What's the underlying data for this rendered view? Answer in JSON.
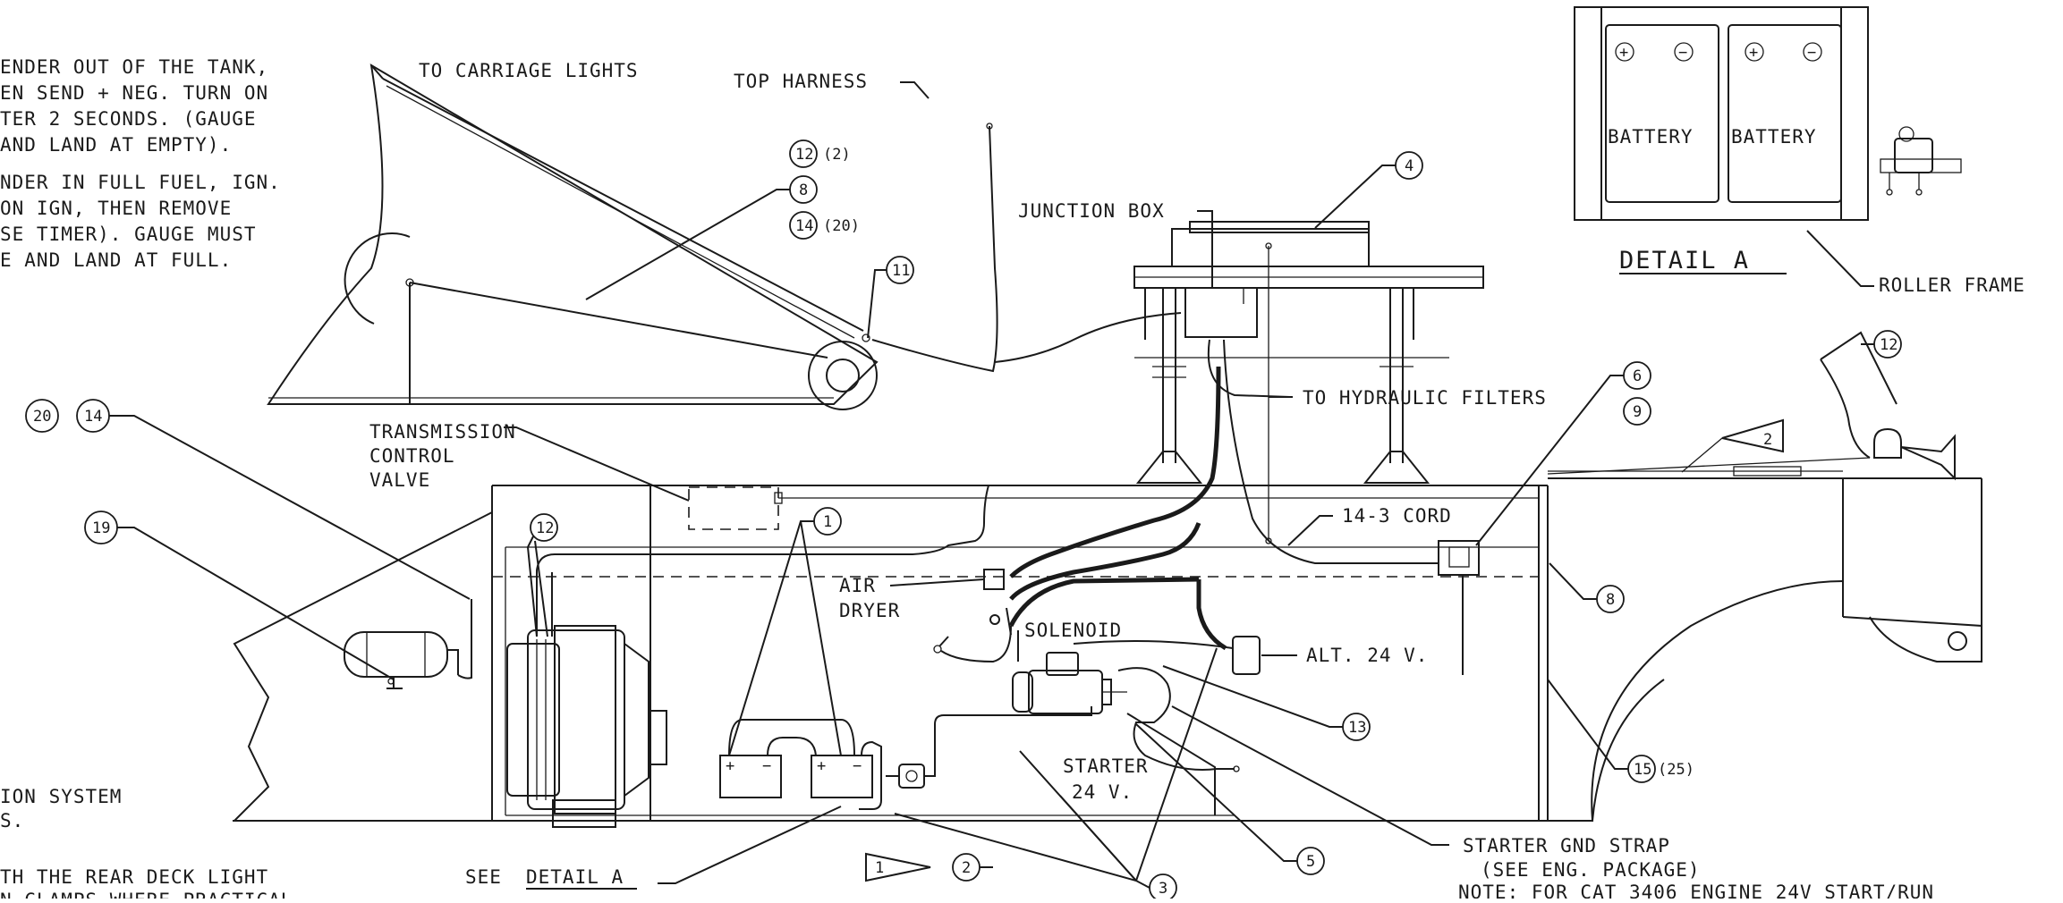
{
  "notes": {
    "top_left": [
      "ENDER OUT OF THE TANK,",
      "EN SEND + NEG.  TURN ON",
      "TER 2 SECONDS.  (GAUGE",
      " AND LAND AT EMPTY).",
      "NDER IN FULL FUEL, IGN.",
      "ON IGN, THEN REMOVE",
      "SE TIMER).  GAUGE MUST",
      "E AND LAND AT FULL."
    ],
    "bottom_left": [
      "ION SYSTEM",
      "S.",
      "TH THE REAR DECK LIGHT",
      "N CLAMPS WHERE PRACTICAL"
    ],
    "bottom_right": "NOTE:  FOR CAT 3406 ENGINE 24V START/RUN"
  },
  "labels": {
    "to_carriage_lights": "TO CARRIAGE LIGHTS",
    "top_harness": "TOP HARNESS",
    "junction_box": "JUNCTION BOX",
    "to_hydraulic_filters": "TO HYDRAULIC FILTERS",
    "transmission_1": "TRANSMISSION",
    "transmission_2": "CONTROL",
    "transmission_3": "VALVE",
    "cord": "14-3 CORD",
    "air_dryer_1": "AIR",
    "air_dryer_2": "DRYER",
    "solenoid": "SOLENOID",
    "alternator": "ALT. 24 V.",
    "starter_1": "STARTER",
    "starter_2": "24 V.",
    "see_detail": "SEE",
    "see_detail_ref": "DETAIL A",
    "gnd_strap_1": "STARTER GND STRAP",
    "gnd_strap_2": "(SEE ENG. PACKAGE)",
    "detail_a_title": "DETAIL A",
    "roller_frame": "ROLLER FRAME",
    "battery_left": "BATTERY",
    "battery_right": "BATTERY",
    "plus": "+",
    "minus": "−"
  },
  "callouts": {
    "c1": "1",
    "c2": "2",
    "c3": "3",
    "c4": "4",
    "c5": "5",
    "c6": "6",
    "c8": "8",
    "c8b": "8",
    "c9": "9",
    "c11": "11",
    "c12a": "12",
    "c12a_qty": "(2)",
    "c12b": "12",
    "c12c": "12",
    "c13": "13",
    "c14a": "14",
    "c14a_qty": "(20)",
    "c14b": "14",
    "c15": "15",
    "c15_qty": "(25)",
    "c19": "19",
    "c20": "20",
    "flag1": "1",
    "flag2": "2"
  }
}
